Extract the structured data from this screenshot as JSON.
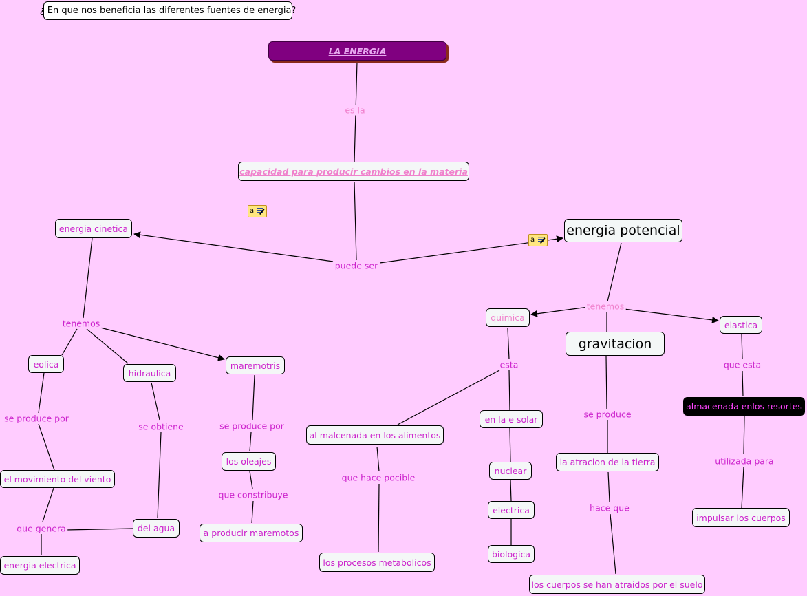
{
  "colors": {
    "background": "#ffccff",
    "node_fill": "#f4f7f7",
    "text_magenta": "#cc22cc",
    "text_pink": "#f080cc",
    "root_fill": "#800080"
  },
  "question": "¿ En que nos beneficia las diferentes fuentes de energia?",
  "nodes": {
    "la_energia": "LA ENERGIA",
    "capacidad": "capacidad para producir cambios en la materia",
    "energia_cinetica": "energia cinetica",
    "energia_potencial": "energia potencial",
    "eolica": "eolica",
    "hidraulica": "hidraulica",
    "maremotris": "maremotris",
    "movimiento_viento": "el movimiento del viento",
    "energia_electrica": "energia electrica",
    "del_agua": "del agua",
    "los_oleajes": "los oleajes",
    "producir_maremotos": "a producir maremotos",
    "quimica": "quimica",
    "gravitacion": "gravitacion",
    "elastica": "elastica",
    "alimentos": "al malcenada en los alimentos",
    "procesos_metabolicos": "los procesos metabolicos",
    "solar": "en la e solar",
    "nuclear": "nuclear",
    "electrica": "electrica",
    "biologica": "biologica",
    "atracion_tierra": "la atracion de la tierra",
    "cuerpos_atraidos": "los cuerpos se han atraidos por el suelo",
    "almacenada_resortes": "almacenada enlos resortes",
    "impulsar_cuerpos": "impulsar los cuerpos"
  },
  "links": {
    "es_la": "es la",
    "puede_ser": "puede ser",
    "tenemos_cinetica": "tenemos",
    "tenemos_potencial": "tenemos",
    "se_produce_por_eolica": "se produce por",
    "que_genera": "que genera",
    "se_obtiene": "se obtiene",
    "se_produce_por_mare": "se produce por",
    "que_constribuye": "que constribuye",
    "esta": "esta",
    "que_hace_pocible": "que hace pocible",
    "se_produce": "se produce",
    "hace_que": "hace que",
    "que_esta": "que esta",
    "utilizada_para": "utilizada para"
  },
  "note_icon_letter": "a"
}
